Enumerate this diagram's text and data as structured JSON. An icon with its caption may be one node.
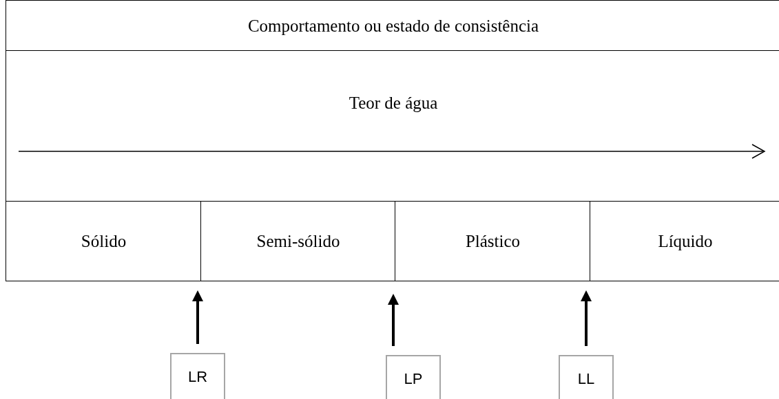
{
  "diagram": {
    "nodes": [
      {
        "text": [
          "Comportamento ou estado de consistência"
        ]
      },
      {
        "text": [
          "Teor de água"
        ]
      },
      {
        "text": [
          "Sólido"
        ]
      },
      {
        "text": [
          "Semi-sólido"
        ]
      },
      {
        "text": [
          "Plástico"
        ]
      },
      {
        "text": [
          "Líquido"
        ]
      },
      {
        "text": [
          "LR"
        ]
      },
      {
        "text": [
          "LP"
        ]
      },
      {
        "text": [
          "LL"
        ]
      }
    ],
    "edges": [
      {
        "from": 6,
        "to": 3,
        "arrow": "to"
      },
      {
        "from": 7,
        "to": 3,
        "arrow": "to"
      },
      {
        "from": 8,
        "to": 5,
        "arrow": "to"
      }
    ]
  }
}
